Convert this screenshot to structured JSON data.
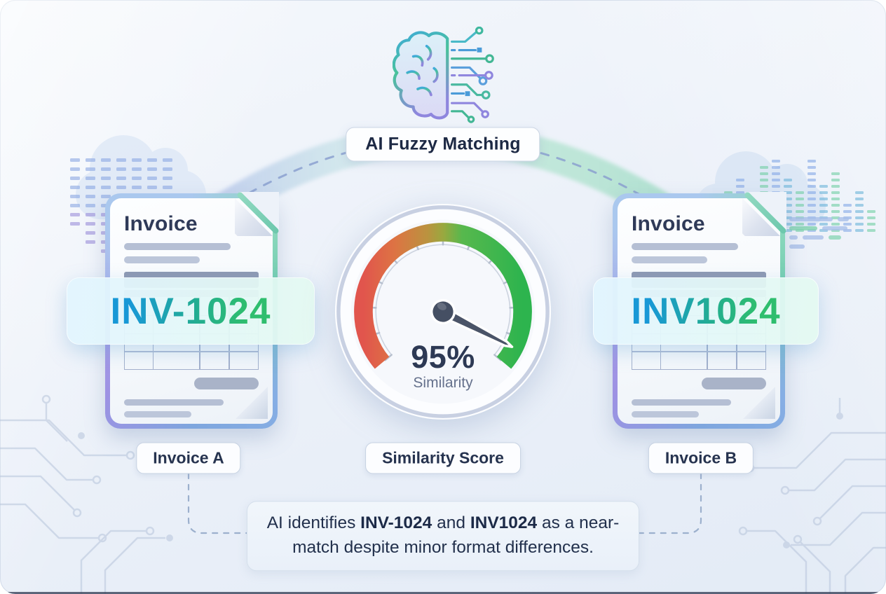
{
  "title_area": {
    "icon": "brain-circuit",
    "badge_label": "AI Fuzzy Matching"
  },
  "invoice_a": {
    "doc_title": "Invoice",
    "number": "INV-1024",
    "tag_label": "Invoice A"
  },
  "invoice_b": {
    "doc_title": "Invoice",
    "number": "INV1024",
    "tag_label": "Invoice B"
  },
  "gauge": {
    "value": 95,
    "value_label": "95%",
    "unit_label": "Similarity",
    "tag_label": "Similarity Score",
    "start_angle": 140,
    "sweep_angle": 260,
    "arc_colors": [
      "#e1554d",
      "#dd7443",
      "#bb923f",
      "#9aa83f",
      "#57b84d",
      "#2db44e"
    ],
    "needle_color": "#4a5468"
  },
  "summary": {
    "part1": "AI identifies ",
    "highlight1": "INV-1024",
    "part2": " and ",
    "highlight2": "INV1024",
    "part3": " as a near-match despite minor format differences."
  },
  "colors": {
    "background": "#eef3f9",
    "navy_text": "#2d3954",
    "badge_text_start": "#1898d6",
    "badge_text_end": "#2fbe6e",
    "card_border_teal": "#8bd8bd",
    "card_border_purple": "#9d92e3",
    "dashed_line": "#9cb0cd"
  }
}
